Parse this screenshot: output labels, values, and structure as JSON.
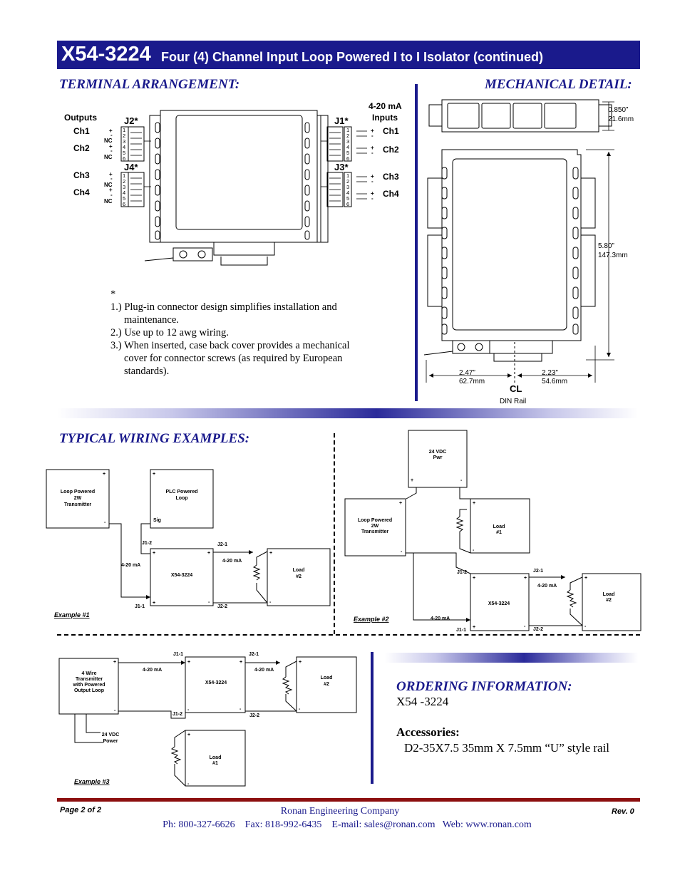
{
  "header": {
    "model": "X54-3224",
    "description": "Four (4) Channel Input Loop Powered  I to I Isolator (continued)"
  },
  "terminal": {
    "title": "TERMINAL ARRANGEMENT:",
    "outputs_label": "Outputs",
    "inputs_label_1": "4-20 mA",
    "inputs_label_2": "Inputs",
    "connectors": [
      "J2*",
      "J4*",
      "J1*",
      "J3*"
    ],
    "channels": [
      "Ch1",
      "Ch2",
      "Ch3",
      "Ch4"
    ],
    "pin_numbers": [
      "1",
      "2",
      "3",
      "4",
      "5",
      "6"
    ],
    "plus": "+",
    "minus": "-",
    "nc": "NC"
  },
  "notes": {
    "star": "*",
    "items": [
      "1.) Plug-in connector design simplifies installation and maintenance.",
      "2.) Use up to 12 awg wiring.",
      "3.) When inserted, case back cover provides a mechanical cover for connector screws (as required by European standards)."
    ]
  },
  "mechanical": {
    "title": "MECHANICAL DETAIL:",
    "depth_in": "0.850”",
    "depth_mm": "21.6mm",
    "height_in": "5.80”",
    "height_mm": "147.3mm",
    "left_in": "2.47”",
    "left_mm": "62.7mm",
    "right_in": "2.23”",
    "right_mm": "54.6mm",
    "cl": "CL",
    "din_rail": "DIN Rail"
  },
  "wiring": {
    "title": "TYPICAL WIRING EXAMPLES:",
    "ex1": {
      "label": "Example #1",
      "transmitter": [
        "Loop Powered",
        "2W",
        "Transmitter"
      ],
      "plc": [
        "PLC Powered",
        "Loop"
      ],
      "sig": "Sig",
      "isolator": "X54-3224",
      "load": [
        "Load",
        "#2"
      ],
      "j1_2": "J1-2",
      "j1_1": "J1-1",
      "j2_1": "J2-1",
      "j2_2": "J2-2",
      "current": "4-20 mA"
    },
    "ex2": {
      "label": "Example #2",
      "pwr": [
        "24 VDC",
        "Pwr"
      ],
      "transmitter": [
        "Loop Powered",
        "2W",
        "Transmitter"
      ],
      "load1": [
        "Load",
        "#1"
      ],
      "isolator": "X54-3224",
      "load2": [
        "Load",
        "#2"
      ],
      "j1_2": "J1-2",
      "j1_1": "J1-1",
      "j2_1": "J2-1",
      "j2_2": "J2-2",
      "current": "4-20 mA"
    },
    "ex3": {
      "label": "Example #3",
      "transmitter": [
        "4 Wire",
        "Transmitter",
        "with Powered",
        "Output Loop"
      ],
      "power": [
        "24 VDC",
        "Power"
      ],
      "isolator": "X54-3224",
      "load2": [
        "Load",
        "#2"
      ],
      "load1": [
        "Load",
        "#1"
      ],
      "j1_1": "J1-1",
      "j1_2": "J1-2",
      "j2_1": "J2-1",
      "j2_2": "J2-2",
      "current": "4-20 mA"
    }
  },
  "ordering": {
    "title": "ORDERING INFORMATION:",
    "part": "X54 -3224",
    "accessories_label": "Accessories:",
    "accessory": "D2-35X7.5 35mm X 7.5mm “U” style rail"
  },
  "footer": {
    "page": "Page 2  of 2",
    "company": "Ronan Engineering Company",
    "rev": "Rev. 0",
    "contact": "Ph: 800-327-6626    Fax: 818-992-6435    E-mail: sales@ronan.com   Web: www.ronan.com"
  }
}
